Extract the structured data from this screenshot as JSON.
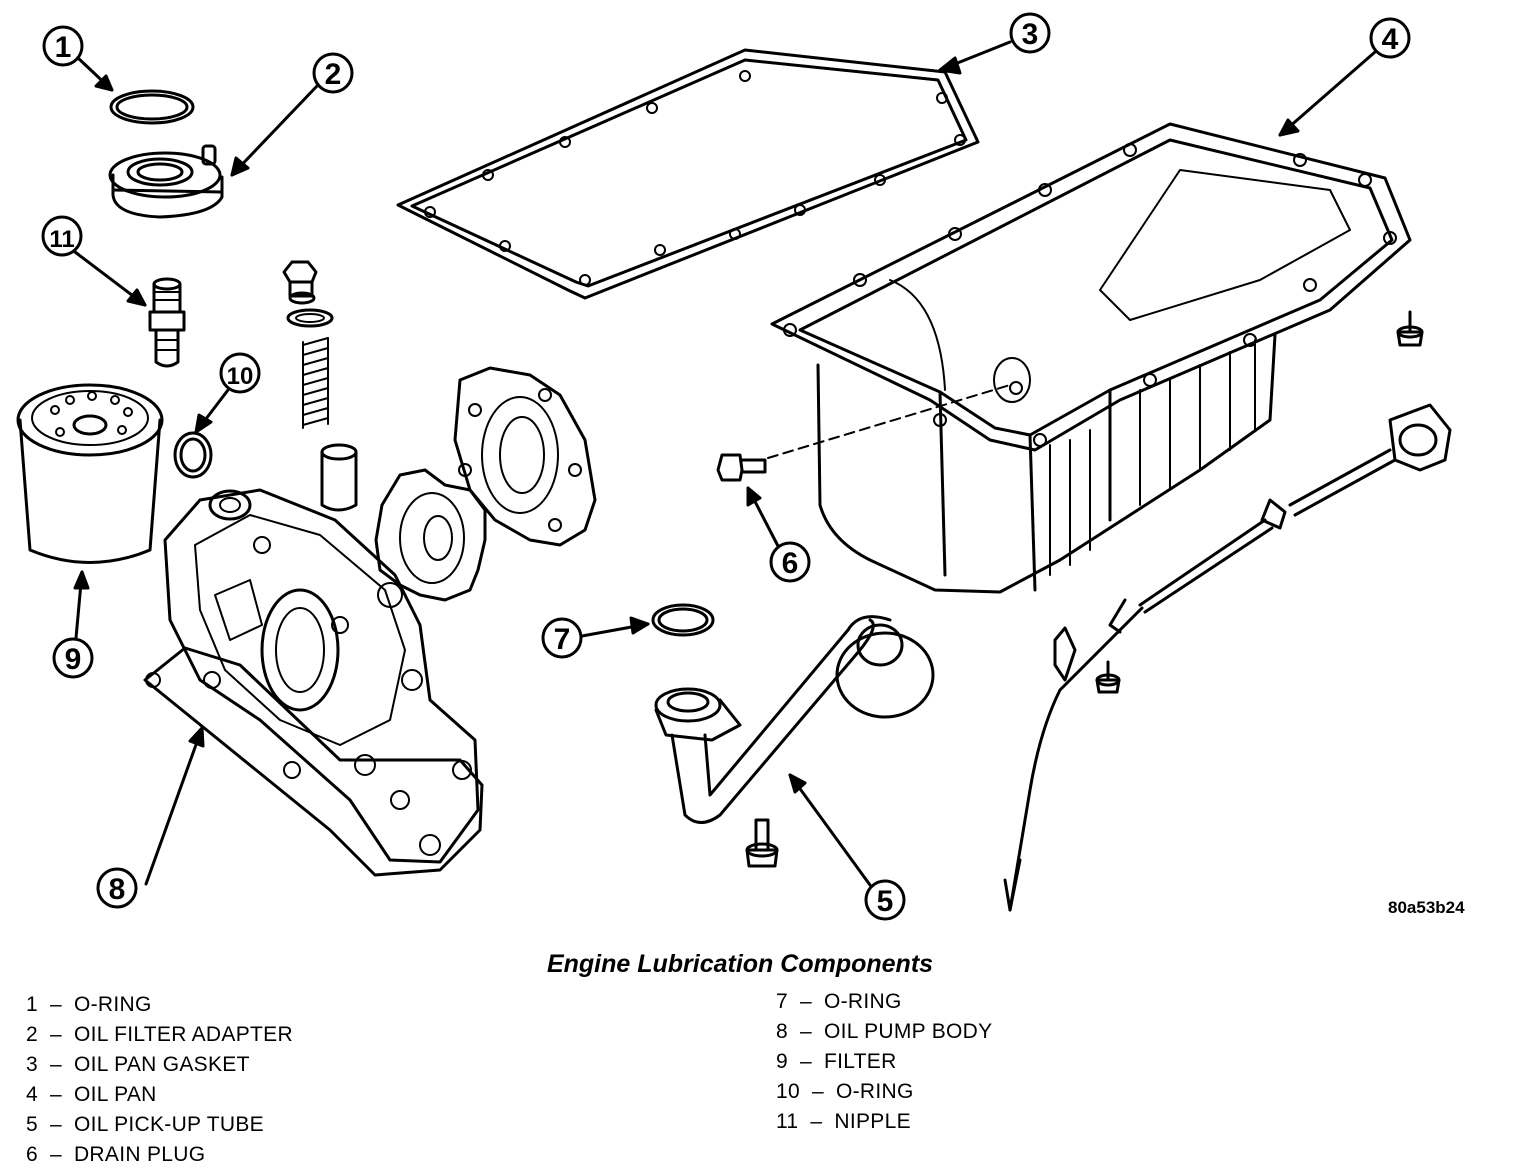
{
  "callouts": [
    "1",
    "2",
    "3",
    "4",
    "5",
    "6",
    "7",
    "8",
    "9",
    "10",
    "11"
  ],
  "figure_id": "80a53b24",
  "caption": "Engine Lubrication Components",
  "legend_left": [
    {
      "num": "1",
      "label": "O-RING"
    },
    {
      "num": "2",
      "label": "OIL FILTER ADAPTER"
    },
    {
      "num": "3",
      "label": "OIL PAN GASKET"
    },
    {
      "num": "4",
      "label": "OIL PAN"
    },
    {
      "num": "5",
      "label": "OIL PICK-UP TUBE"
    },
    {
      "num": "6",
      "label": "DRAIN PLUG"
    }
  ],
  "legend_right": [
    {
      "num": "7",
      "label": "O-RING"
    },
    {
      "num": "8",
      "label": "OIL PUMP BODY"
    },
    {
      "num": "9",
      "label": "FILTER"
    },
    {
      "num": "10",
      "label": "O-RING"
    },
    {
      "num": "11",
      "label": "NIPPLE"
    }
  ],
  "legend_dash": "–"
}
